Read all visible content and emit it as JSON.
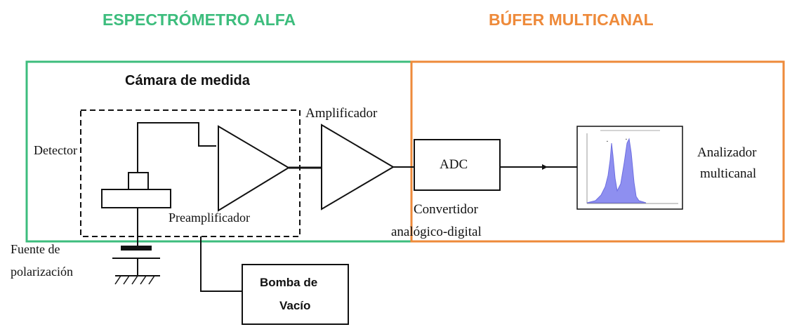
{
  "headers": {
    "left": "ESPECTRÓMETRO ALFA",
    "right": "BÚFER MULTICANAL"
  },
  "colors": {
    "spectrometer_box": "#3dbd7d",
    "buffer_box": "#ee8a3a",
    "line": "#111111",
    "spectrum_fill": "#8e8ff0"
  },
  "labels": {
    "chamber": "Cámara de medida",
    "detector": "Detector",
    "preamplifier": "Preamplificador",
    "amplifier": "Amplificador",
    "adc": "ADC",
    "converter_line1": "Convertidor",
    "converter_line2": "analógico-digital",
    "analyzer_line1": "Analizador",
    "analyzer_line2": "multicanal",
    "bias_line1": "Fuente de",
    "bias_line2": "polarización",
    "pump_line1": "Bomba de",
    "pump_line2": "Vacío"
  },
  "icons": {
    "detector": "detector-symbol-icon",
    "ground": "ground-symbol-icon",
    "capacitor": "bias-source-symbol-icon",
    "spectrum": "spectrum-thumbnail-icon"
  }
}
